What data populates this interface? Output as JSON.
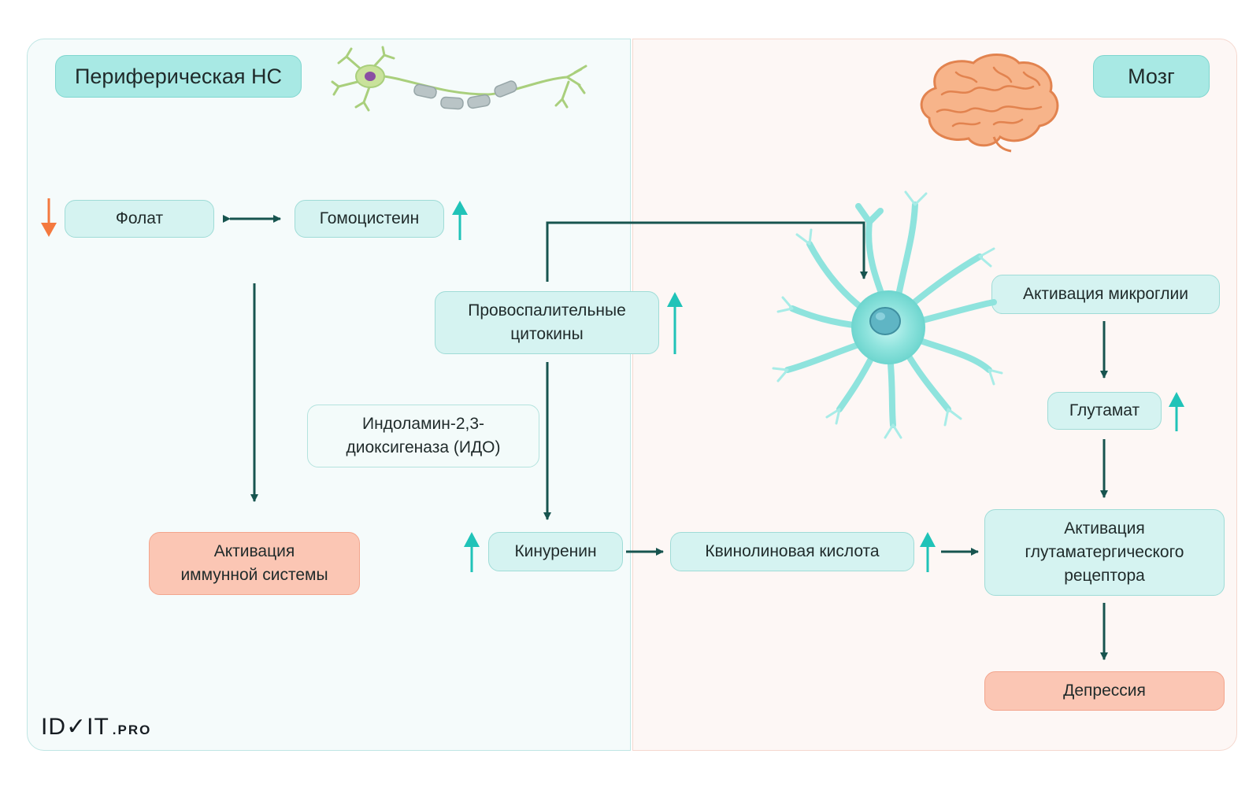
{
  "panels": {
    "left_title": "Периферическая НС",
    "right_title": "Мозг"
  },
  "nodes": {
    "folate": "Фолат",
    "homocysteine": "Гомоцистеин",
    "proinflammatory": "Провоспалительные\nцитокины",
    "ido": "Индоламин-2,3-\nдиоксигеназа (ИДО)",
    "immune": "Активация\nиммунной системы",
    "kynurenine": "Кинуренин",
    "quinolinic": "Квинолиновая кислота",
    "microglia_activation": "Активация микроглии",
    "glutamate": "Глутамат",
    "glutamate_receptor": "Активация\nглутаматергического\nрецептора",
    "depression": "Депрессия"
  },
  "logo": {
    "main": "ID✓IT",
    "suffix": ".PRO"
  },
  "colors": {
    "arrow_dark": "#17544f",
    "arrow_up": "#20c3b8",
    "arrow_down": "#f4793f",
    "box_mint": "#d5f3f1",
    "box_salmon": "#fbc6b4",
    "header": "#a8e9e4"
  },
  "icons": [
    "neuron-icon",
    "brain-icon",
    "microglia-icon"
  ]
}
